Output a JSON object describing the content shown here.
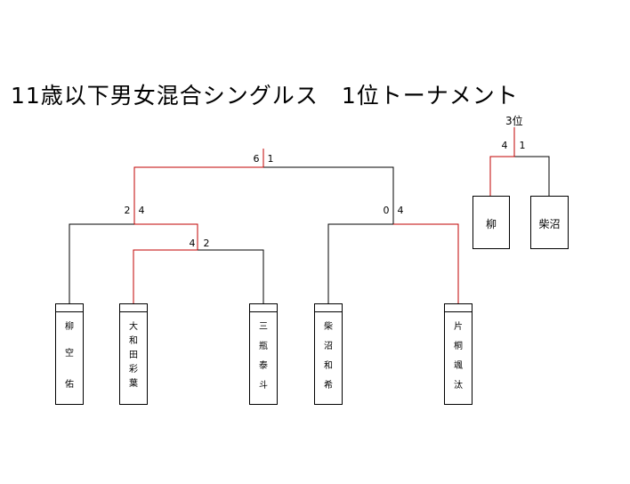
{
  "title": "11歳以下男女混合シングルス　1位トーナメント",
  "third_place": {
    "label": "3位",
    "score_left": "4",
    "score_right": "1",
    "players": [
      "柳",
      "柴沼"
    ]
  },
  "final": {
    "score_left": "6",
    "score_right": "1"
  },
  "semifinal_left": {
    "score_left": "2",
    "score_right": "4"
  },
  "semifinal_right": {
    "score_left": "0",
    "score_right": "4"
  },
  "quarterfinal": {
    "score_left": "4",
    "score_right": "2"
  },
  "players": [
    {
      "chars": [
        "柳",
        "空",
        "佑"
      ]
    },
    {
      "chars": [
        "大",
        "和",
        "田",
        "彩",
        "葉"
      ]
    },
    {
      "chars": [
        "三",
        "瓶",
        "泰",
        "斗"
      ]
    },
    {
      "chars": [
        "柴",
        "沼",
        "和",
        "希"
      ]
    },
    {
      "chars": [
        "片",
        "桐",
        "颯",
        "汰"
      ]
    }
  ],
  "colors": {
    "winner_line": "#c00000",
    "line": "#000000"
  }
}
